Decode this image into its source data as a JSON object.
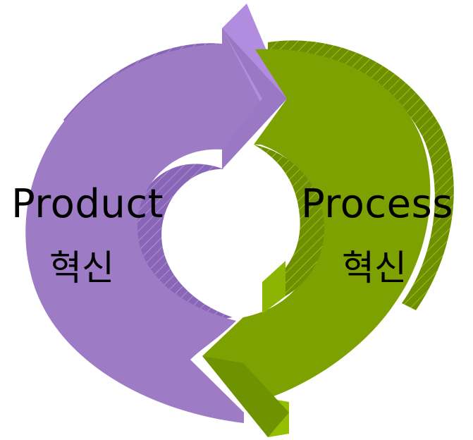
{
  "diagram": {
    "left_cycle": {
      "title": "Product",
      "subtitle": "혁신",
      "color": "#9e7cc7",
      "shadow_color": "#7f5aa8",
      "highlight_color": "#b18ee0"
    },
    "right_cycle": {
      "title": "Process",
      "subtitle": "혁신",
      "color": "#7ba100",
      "shadow_color": "#5d7c00",
      "highlight_color": "#9acb00"
    }
  }
}
